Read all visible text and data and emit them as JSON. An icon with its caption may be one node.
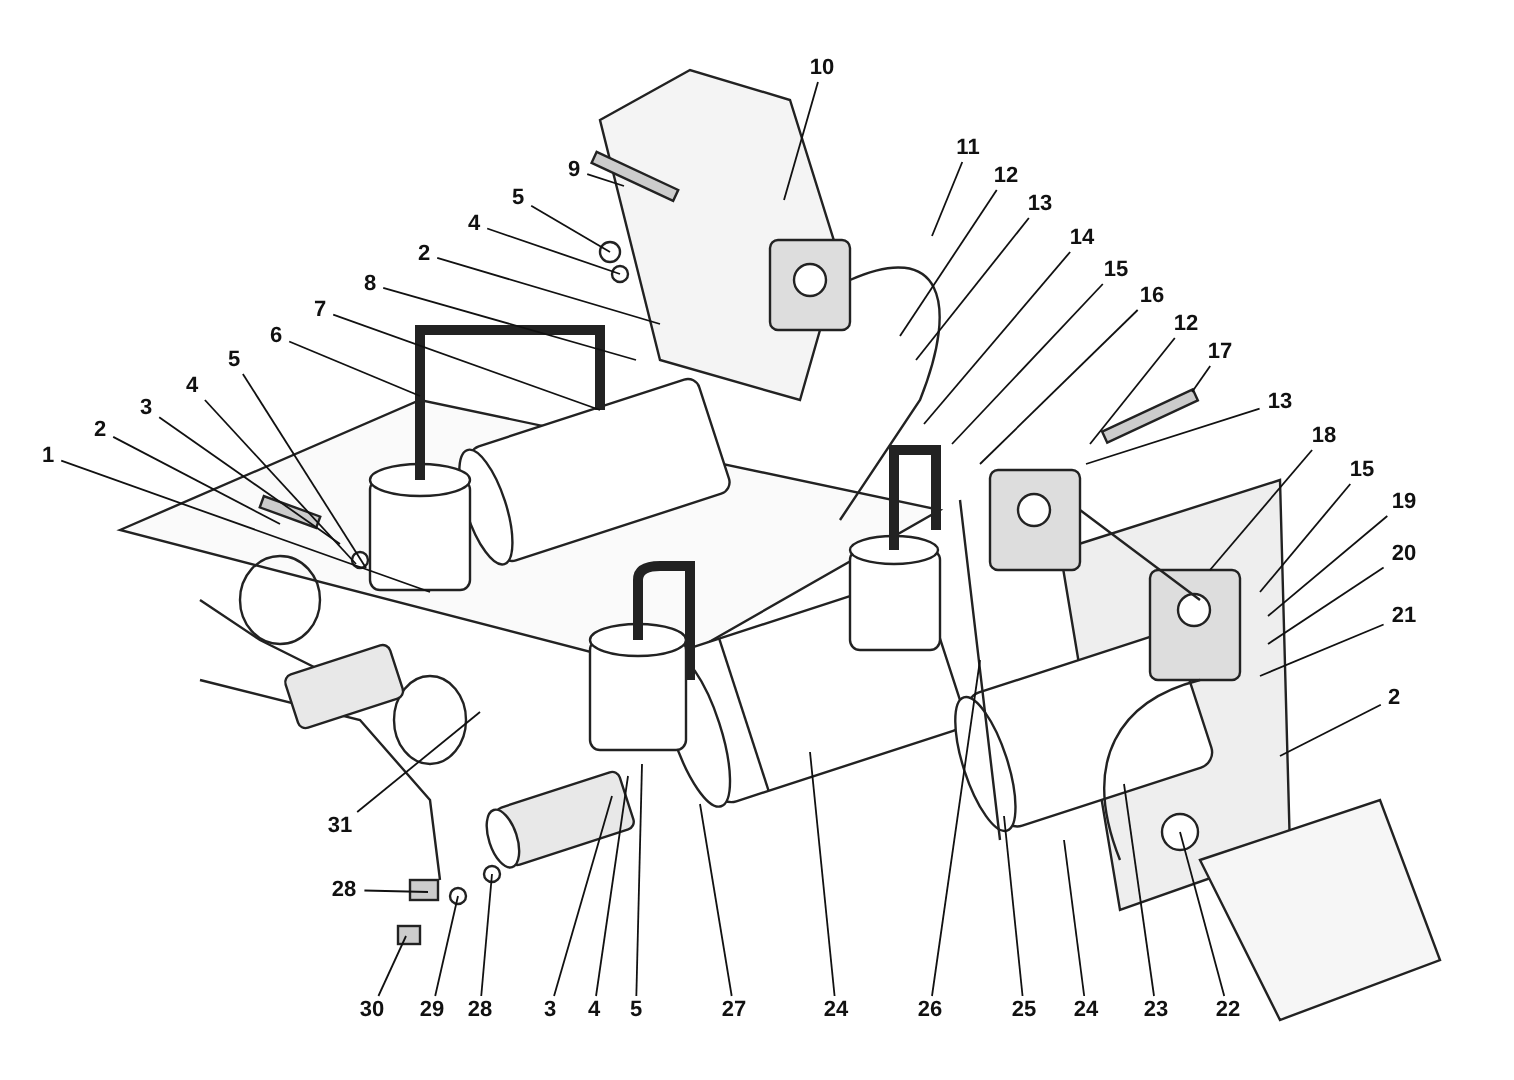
{
  "diagram": {
    "nodes": [
      {
        "text": [
          "10"
        ]
      },
      {
        "text": [
          "9"
        ]
      },
      {
        "text": [
          "11"
        ]
      },
      {
        "text": [
          "12"
        ]
      },
      {
        "text": [
          "5"
        ]
      },
      {
        "text": [
          "13"
        ]
      },
      {
        "text": [
          "4"
        ]
      },
      {
        "text": [
          "14"
        ]
      },
      {
        "text": [
          "2"
        ]
      },
      {
        "text": [
          "15"
        ]
      },
      {
        "text": [
          "8"
        ]
      },
      {
        "text": [
          "16"
        ]
      },
      {
        "text": [
          "7"
        ]
      },
      {
        "text": [
          "12"
        ]
      },
      {
        "text": [
          "6"
        ]
      },
      {
        "text": [
          "17"
        ]
      },
      {
        "text": [
          "5"
        ]
      },
      {
        "text": [
          "4"
        ]
      },
      {
        "text": [
          "13"
        ]
      },
      {
        "text": [
          "3"
        ]
      },
      {
        "text": [
          "2"
        ]
      },
      {
        "text": [
          "18"
        ]
      },
      {
        "text": [
          "1"
        ]
      },
      {
        "text": [
          "15"
        ]
      },
      {
        "text": [
          "19"
        ]
      },
      {
        "text": [
          "20"
        ]
      },
      {
        "text": [
          "21"
        ]
      },
      {
        "text": [
          "2"
        ]
      },
      {
        "text": [
          "31"
        ]
      },
      {
        "text": [
          "28"
        ]
      },
      {
        "text": [
          "30"
        ]
      },
      {
        "text": [
          "29"
        ]
      },
      {
        "text": [
          "28"
        ]
      },
      {
        "text": [
          "3"
        ]
      },
      {
        "text": [
          "4"
        ]
      },
      {
        "text": [
          "5"
        ]
      },
      {
        "text": [
          "27"
        ]
      },
      {
        "text": [
          "24"
        ]
      },
      {
        "text": [
          "26"
        ]
      },
      {
        "text": [
          "25"
        ]
      },
      {
        "text": [
          "24"
        ]
      },
      {
        "text": [
          "23"
        ]
      },
      {
        "text": [
          "22"
        ]
      }
    ],
    "edges": [
      {
        "from": 0,
        "to": null,
        "arrow": "none"
      },
      {
        "from": 1,
        "to": null,
        "arrow": "none"
      },
      {
        "from": 2,
        "to": null,
        "arrow": "none"
      },
      {
        "from": 3,
        "to": null,
        "arrow": "none"
      },
      {
        "from": 4,
        "to": null,
        "arrow": "none"
      },
      {
        "from": 5,
        "to": null,
        "arrow": "none"
      },
      {
        "from": 6,
        "to": null,
        "arrow": "none"
      },
      {
        "from": 7,
        "to": null,
        "arrow": "none"
      },
      {
        "from": 8,
        "to": null,
        "arrow": "none"
      },
      {
        "from": 9,
        "to": null,
        "arrow": "none"
      },
      {
        "from": 10,
        "to": null,
        "arrow": "none"
      },
      {
        "from": 11,
        "to": null,
        "arrow": "none"
      },
      {
        "from": 12,
        "to": null,
        "arrow": "none"
      },
      {
        "from": 13,
        "to": null,
        "arrow": "none"
      },
      {
        "from": 14,
        "to": null,
        "arrow": "none"
      },
      {
        "from": 15,
        "to": null,
        "arrow": "none"
      },
      {
        "from": 16,
        "to": null,
        "arrow": "none"
      },
      {
        "from": 17,
        "to": null,
        "arrow": "none"
      },
      {
        "from": 18,
        "to": null,
        "arrow": "none"
      },
      {
        "from": 19,
        "to": null,
        "arrow": "none"
      },
      {
        "from": 20,
        "to": null,
        "arrow": "none"
      },
      {
        "from": 21,
        "to": null,
        "arrow": "none"
      },
      {
        "from": 22,
        "to": null,
        "arrow": "none"
      },
      {
        "from": 23,
        "to": null,
        "arrow": "none"
      },
      {
        "from": 24,
        "to": null,
        "arrow": "none"
      },
      {
        "from": 25,
        "to": null,
        "arrow": "none"
      },
      {
        "from": 26,
        "to": null,
        "arrow": "none"
      },
      {
        "from": 27,
        "to": null,
        "arrow": "none"
      },
      {
        "from": 28,
        "to": null,
        "arrow": "none"
      },
      {
        "from": 29,
        "to": null,
        "arrow": "none"
      },
      {
        "from": 30,
        "to": null,
        "arrow": "none"
      },
      {
        "from": 31,
        "to": null,
        "arrow": "none"
      },
      {
        "from": 32,
        "to": null,
        "arrow": "none"
      },
      {
        "from": 33,
        "to": null,
        "arrow": "none"
      },
      {
        "from": 34,
        "to": null,
        "arrow": "none"
      },
      {
        "from": 35,
        "to": null,
        "arrow": "none"
      },
      {
        "from": 36,
        "to": null,
        "arrow": "none"
      },
      {
        "from": 37,
        "to": null,
        "arrow": "none"
      },
      {
        "from": 38,
        "to": null,
        "arrow": "none"
      },
      {
        "from": 39,
        "to": null,
        "arrow": "none"
      },
      {
        "from": 40,
        "to": null,
        "arrow": "none"
      },
      {
        "from": 41,
        "to": null,
        "arrow": "none"
      },
      {
        "from": 42,
        "to": null,
        "arrow": "none"
      }
    ]
  }
}
